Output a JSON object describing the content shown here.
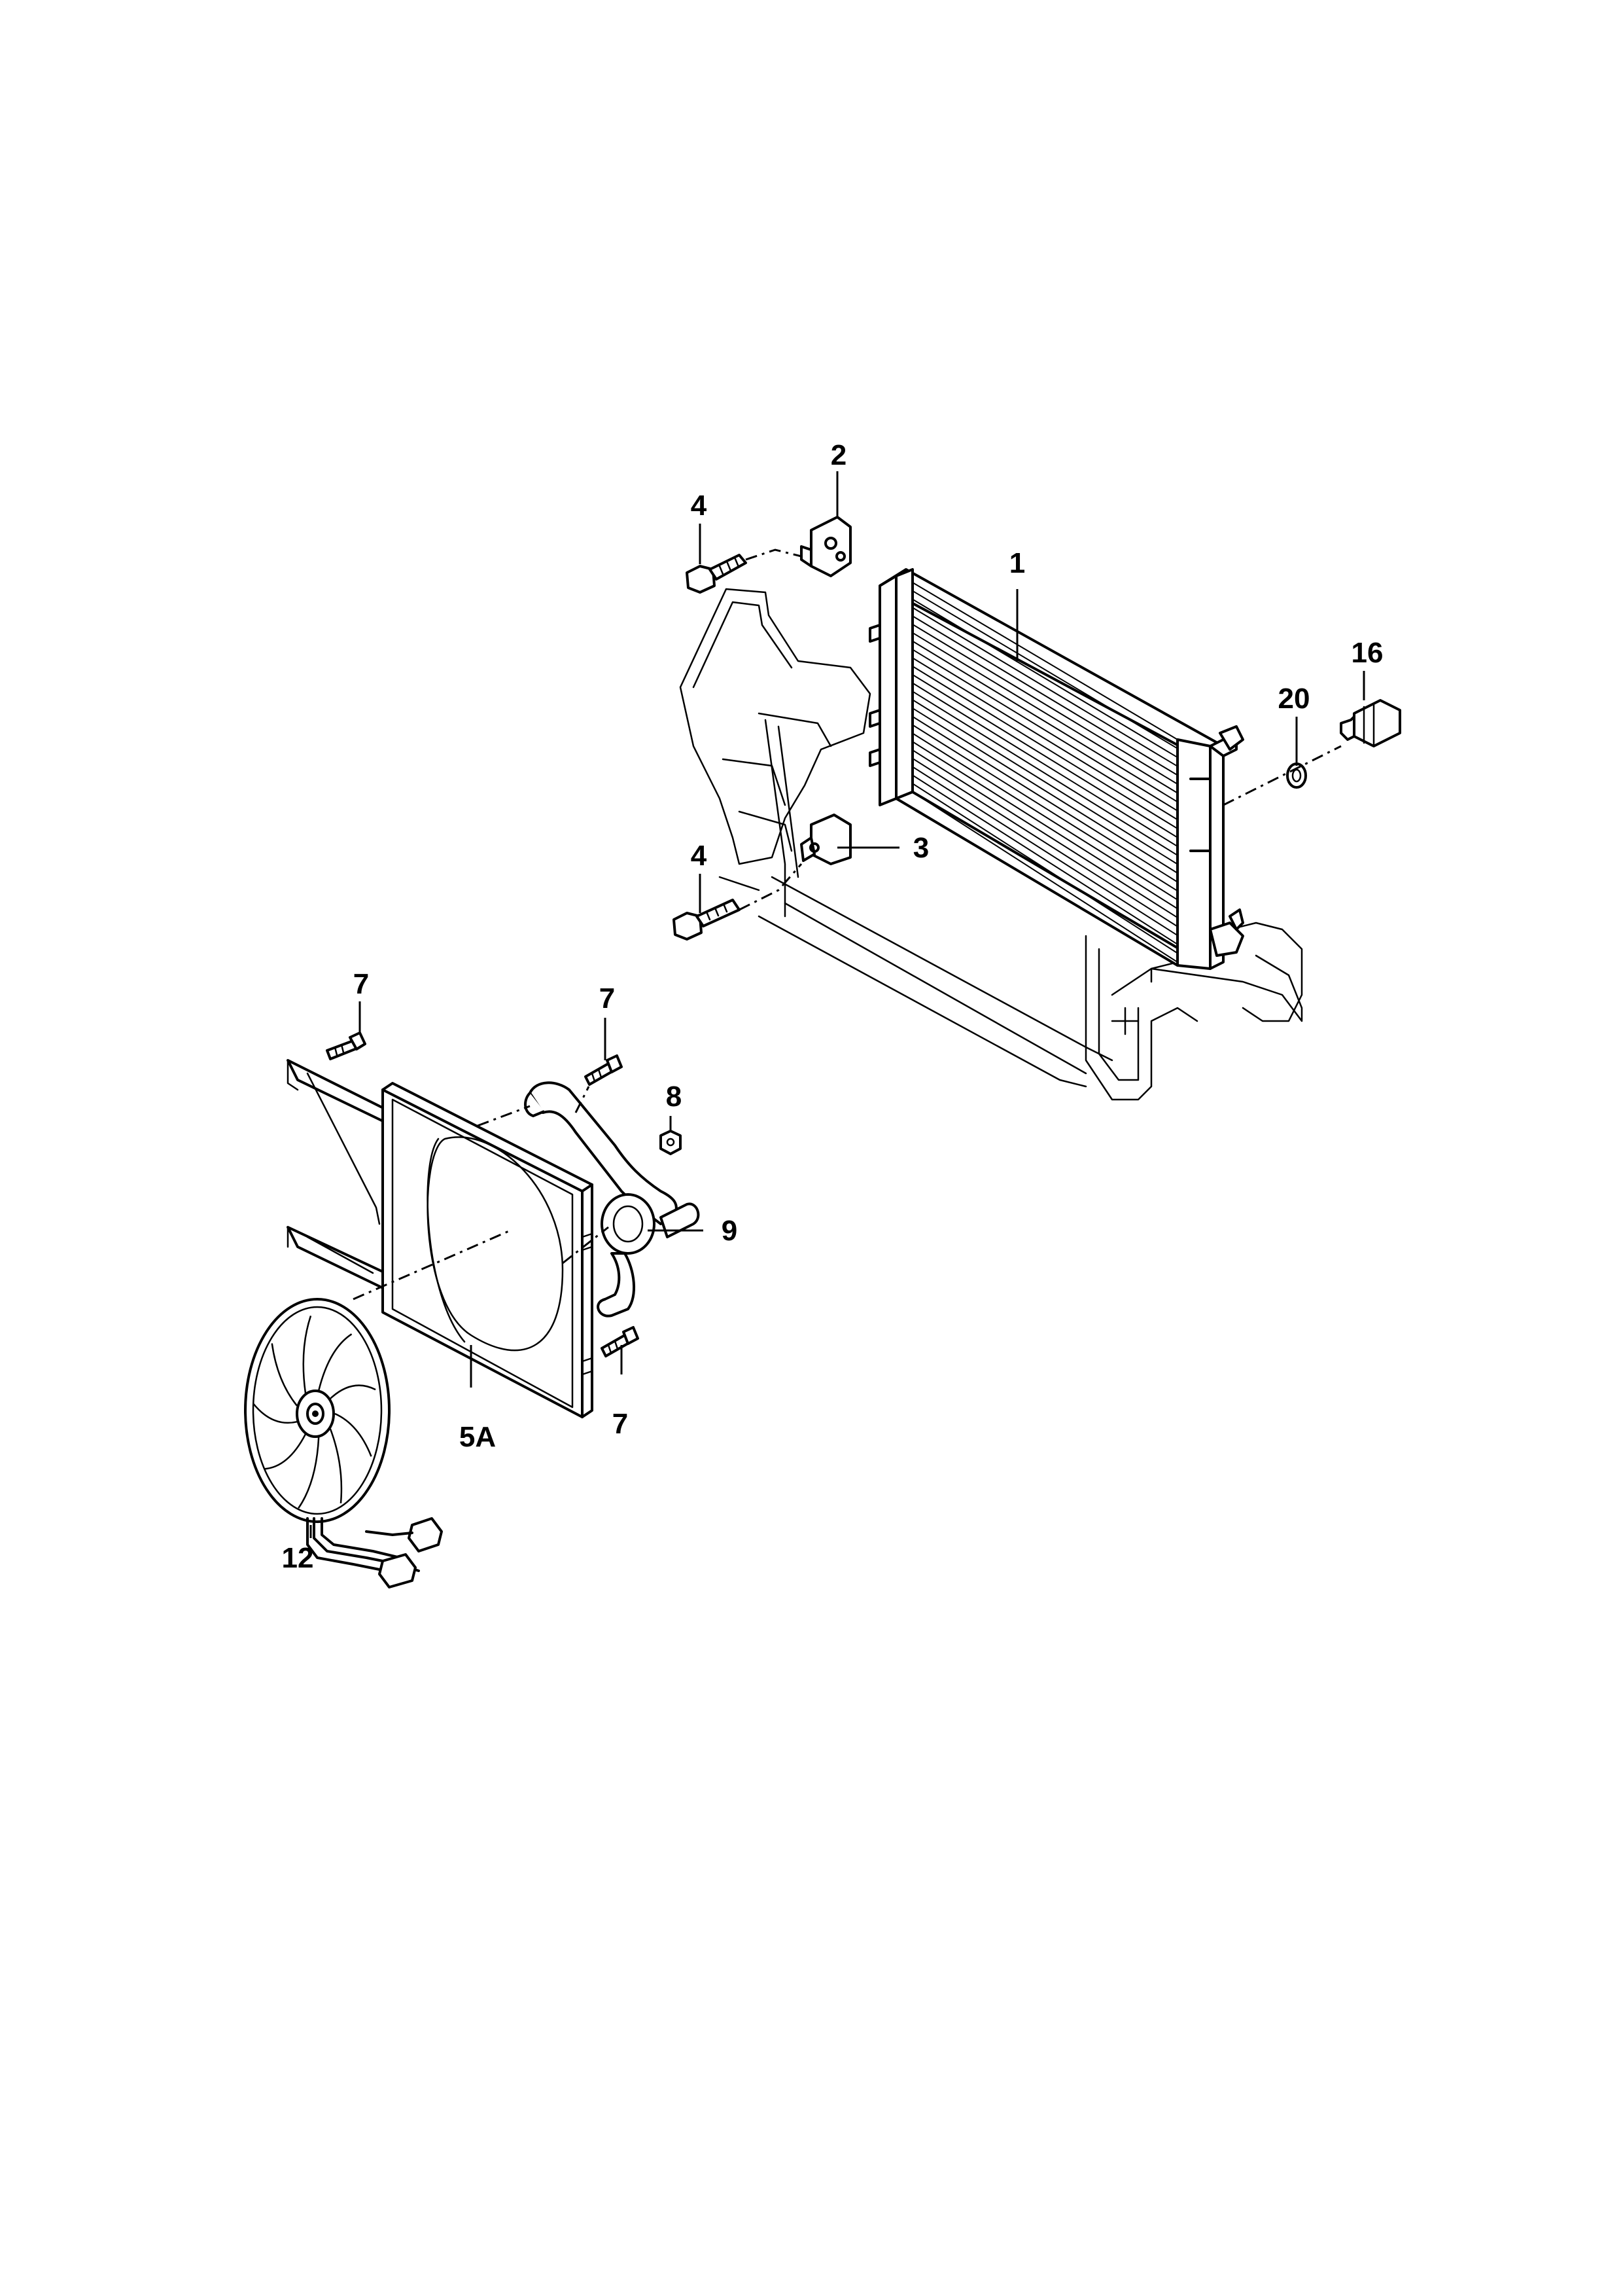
{
  "callouts": {
    "radiator": "1",
    "upper_mount": "2",
    "lower_mount": "3",
    "bolt_upper": "4",
    "bolt_lower": "4",
    "screw_top_left": "7",
    "screw_top_right": "7",
    "screw_bottom": "7",
    "nut": "8",
    "hose": "9",
    "shroud": "5A",
    "fan_motor": "12",
    "switch": "16",
    "seal_ring": "20"
  }
}
